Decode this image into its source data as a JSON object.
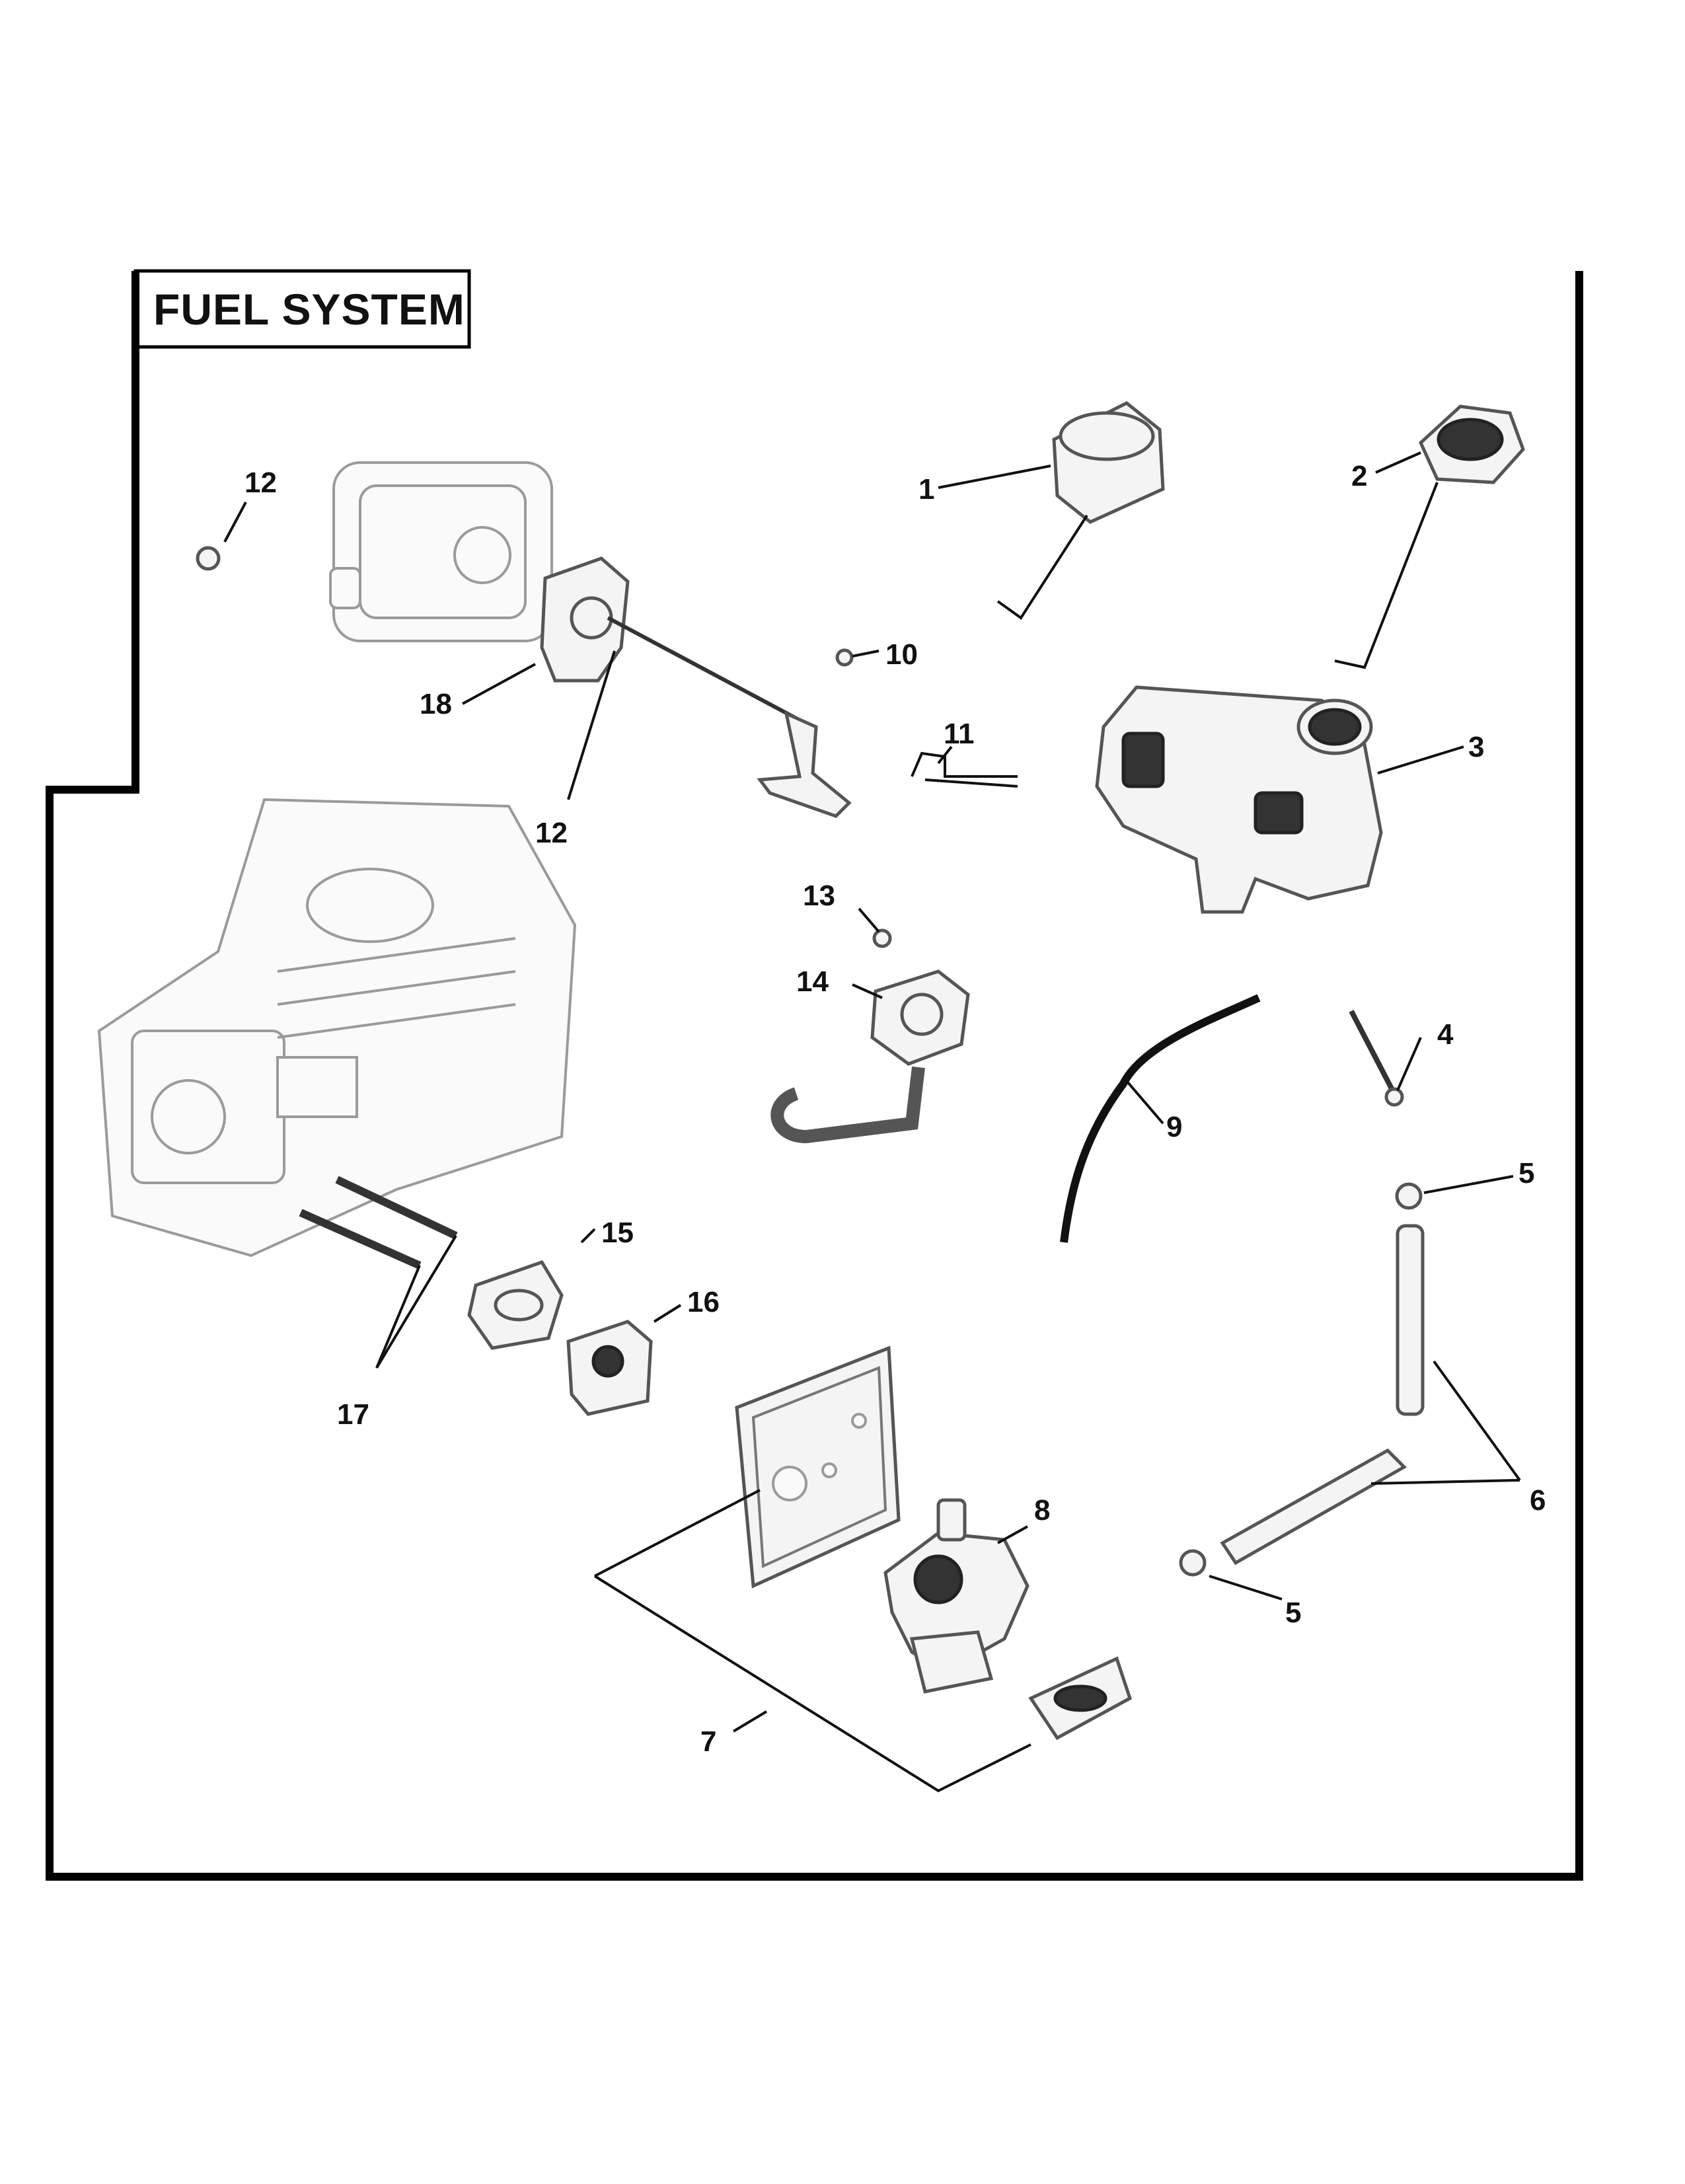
{
  "title": "FUEL SYSTEM",
  "callouts": [
    {
      "id": "c1",
      "label": "1"
    },
    {
      "id": "c2",
      "label": "2"
    },
    {
      "id": "c3",
      "label": "3"
    },
    {
      "id": "c4",
      "label": "4"
    },
    {
      "id": "c5a",
      "label": "5"
    },
    {
      "id": "c5b",
      "label": "5"
    },
    {
      "id": "c6",
      "label": "6"
    },
    {
      "id": "c7",
      "label": "7"
    },
    {
      "id": "c8",
      "label": "8"
    },
    {
      "id": "c9",
      "label": "9"
    },
    {
      "id": "c10",
      "label": "10"
    },
    {
      "id": "c11",
      "label": "11"
    },
    {
      "id": "c12a",
      "label": "12"
    },
    {
      "id": "c12b",
      "label": "12"
    },
    {
      "id": "c13",
      "label": "13"
    },
    {
      "id": "c14",
      "label": "14"
    },
    {
      "id": "c15",
      "label": "15"
    },
    {
      "id": "c16",
      "label": "16"
    },
    {
      "id": "c17",
      "label": "17"
    },
    {
      "id": "c18",
      "label": "18"
    }
  ]
}
